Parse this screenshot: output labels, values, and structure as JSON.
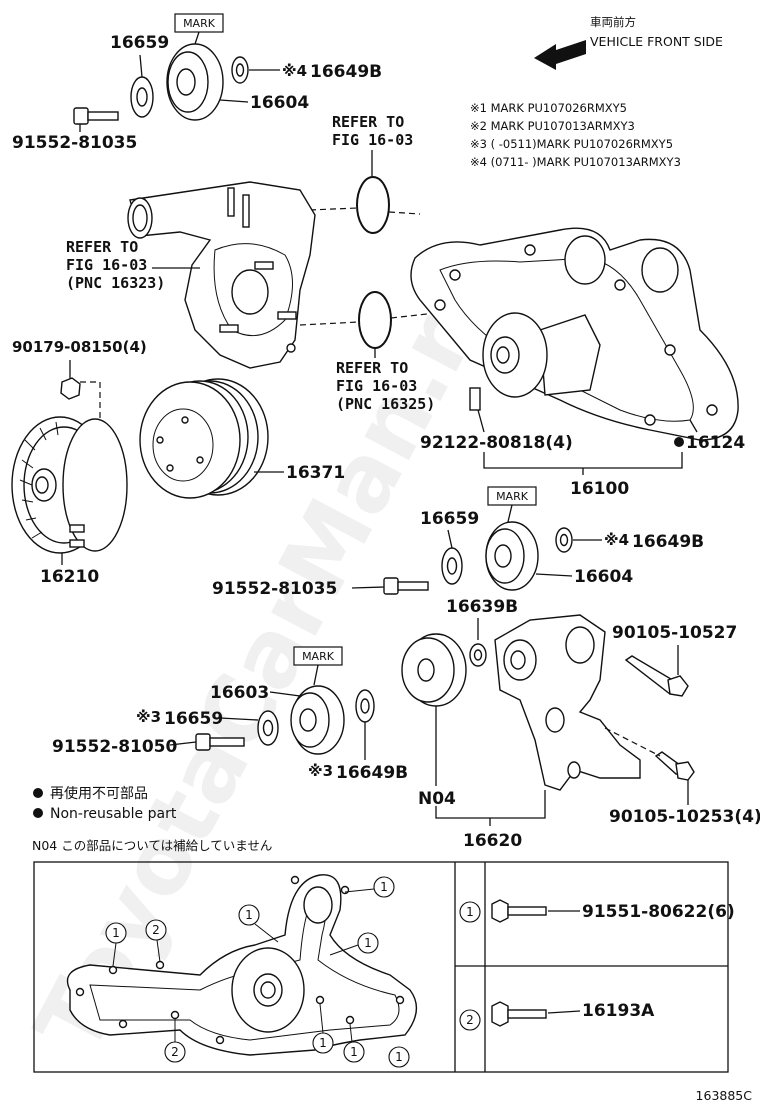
{
  "vehicle_front": {
    "jp": "車両前方",
    "en": "VEHICLE FRONT SIDE"
  },
  "notes": [
    "※1 MARK PU107026RMXY5",
    "※2 MARK PU107013ARMXY3",
    "※3 (       -0511)MARK PU107026RMXY5",
    "※4 (0711-       )MARK PU107013ARMXY3"
  ],
  "mark_label": "MARK",
  "refers": {
    "top": [
      "REFER TO",
      "FIG 16-03"
    ],
    "left": [
      "REFER TO",
      "FIG 16-03",
      "(PNC 16323)"
    ],
    "right": [
      "REFER TO",
      "FIG 16-03",
      "(PNC 16325)"
    ]
  },
  "parts": {
    "p16659_top": "16659",
    "p16604_top": "16604",
    "p16649b_top_prefix": "※4",
    "p16649b_top": "16649B",
    "p91552_81035_top": "91552-81035",
    "p90179": "90179-08150(4)",
    "p16371": "16371",
    "p16210": "16210",
    "p92122": "92122-80818(4)",
    "p16124": "16124",
    "p16100": "16100",
    "p16659_mid": "16659",
    "p16649b_mid_prefix": "※4",
    "p16649b_mid": "16649B",
    "p16604_mid": "16604",
    "p91552_81035_mid": "91552-81035",
    "p16639b": "16639B",
    "p90105_10527": "90105-10527",
    "p16603": "16603",
    "p16659_low_prefix": "※3",
    "p16659_low": "16659",
    "p91552_81050": "91552-81050",
    "p16649b_low_prefix": "※3",
    "p16649b_low": "16649B",
    "pN04": "N04",
    "p90105_10253": "90105-10253(4)",
    "p16620": "16620"
  },
  "legend": {
    "jp": "再使用不可部品",
    "en": "Non-reusable part"
  },
  "n04_note": "N04 この部品については補給していません",
  "inset": {
    "row1_num": "1",
    "row1_part": "91551-80622(6)",
    "row2_num": "2",
    "row2_part": "16193A",
    "callout_1": "1",
    "callout_2": "2"
  },
  "figure_code": "163885C",
  "watermark": "ToyotaCarMan.ru"
}
